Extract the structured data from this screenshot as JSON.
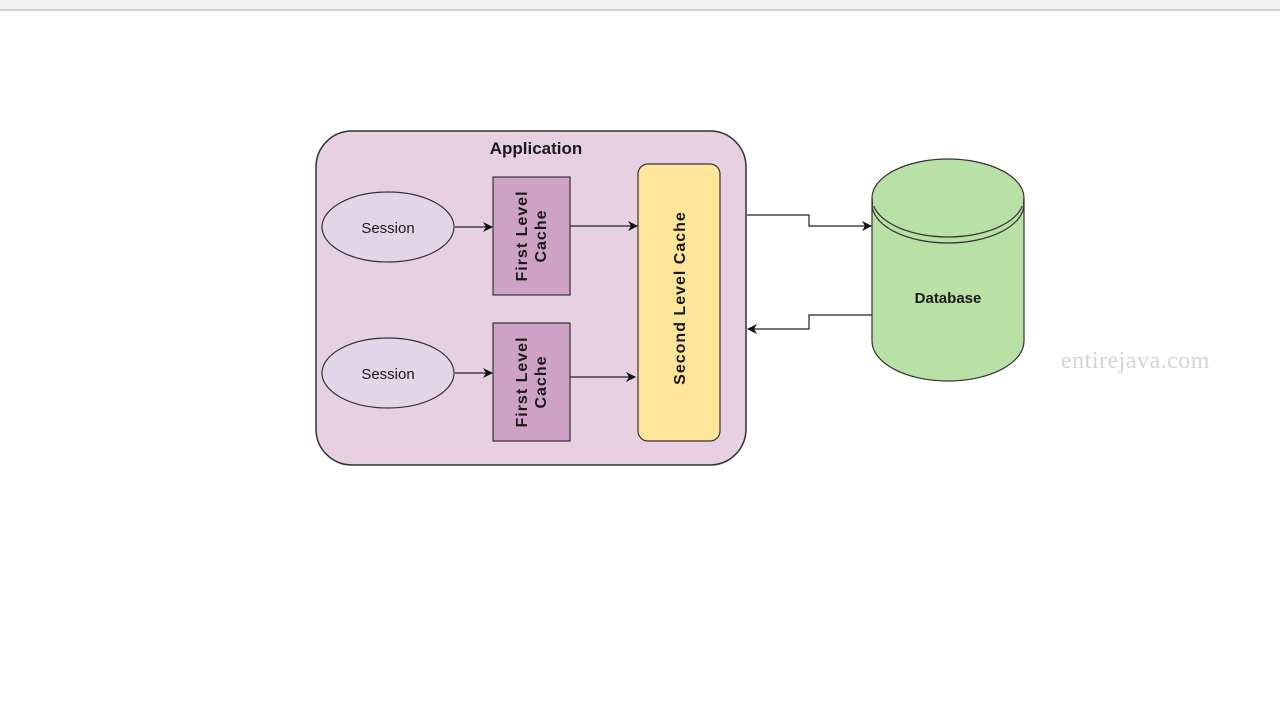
{
  "diagram": {
    "application": {
      "label": "Application",
      "fill": "#e6d0e2"
    },
    "sessions": [
      {
        "label": "Session"
      },
      {
        "label": "Session"
      }
    ],
    "first_level_caches": [
      {
        "label_line1": "First Level",
        "label_line2": "Cache"
      },
      {
        "label_line1": "First Level",
        "label_line2": "Cache"
      }
    ],
    "second_level_cache": {
      "label": "Second Level Cache",
      "fill": "#ffe599"
    },
    "database": {
      "label": "Database",
      "fill": "#b9e0a5"
    },
    "edges": [
      {
        "from": "session-1",
        "to": "first-level-cache-1"
      },
      {
        "from": "session-2",
        "to": "first-level-cache-2"
      },
      {
        "from": "first-level-cache-1",
        "to": "second-level-cache"
      },
      {
        "from": "first-level-cache-2",
        "to": "second-level-cache"
      },
      {
        "from": "application",
        "to": "database"
      },
      {
        "from": "database",
        "to": "application"
      }
    ]
  },
  "watermark": "entirejava.com"
}
